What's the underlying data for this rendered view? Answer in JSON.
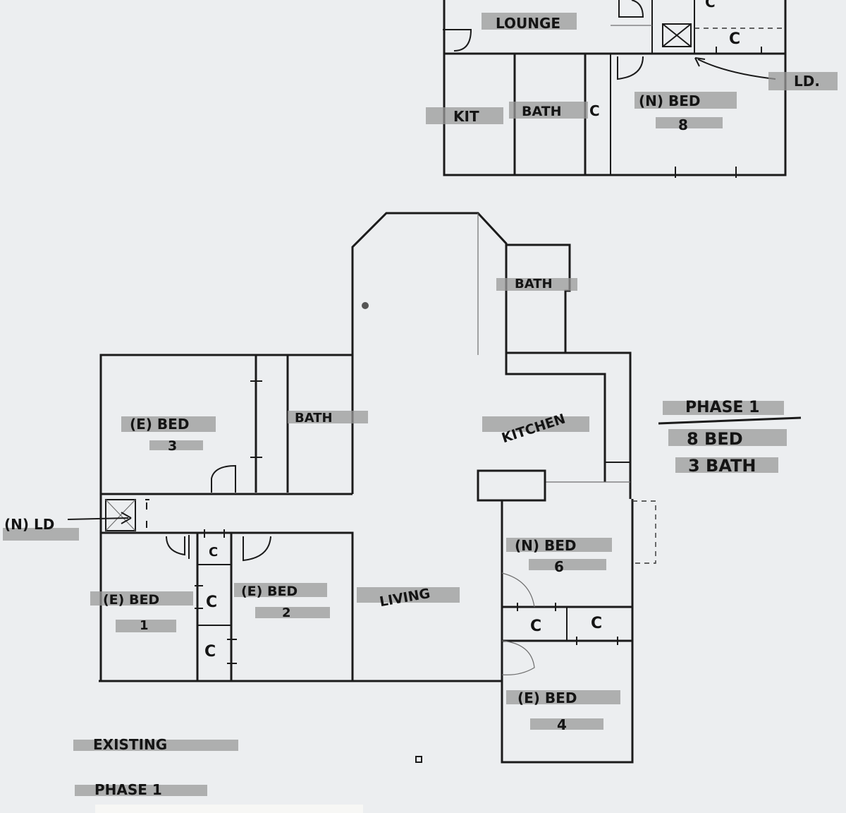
{
  "upper_plan": {
    "lounge": "LOUNGE",
    "kit": "KIT",
    "bath": "BATH",
    "closet_upper_left": "C",
    "closet_upper_right": "C",
    "closet_lower": "C",
    "new_bed_line1": "(N) BED",
    "new_bed_line2": "8",
    "laundry": "LD."
  },
  "main_plan": {
    "bath_top": "BATH",
    "kitchen": "KITCHEN",
    "bed3_line1": "(E) BED",
    "bed3_line2": "3",
    "bath_mid": "BATH",
    "new_laundry": "(N) LD",
    "bed1_line1": "(E) BED",
    "bed1_line2": "1",
    "bed2_line1": "(E) BED",
    "bed2_line2": "2",
    "closet_a": "C",
    "closet_b": "C",
    "closet_c": "C",
    "living": "LIVING",
    "bed6_line1": "(N) BED",
    "bed6_line2": "6",
    "closet_d": "C",
    "closet_e": "C",
    "bed4_line1": "(E) BED",
    "bed4_line2": "4"
  },
  "summary": {
    "phase": "PHASE 1",
    "beds": "8 BED",
    "baths": "3 BATH"
  },
  "footer": {
    "line1": "EXISTING",
    "line2": "PHASE 1"
  }
}
